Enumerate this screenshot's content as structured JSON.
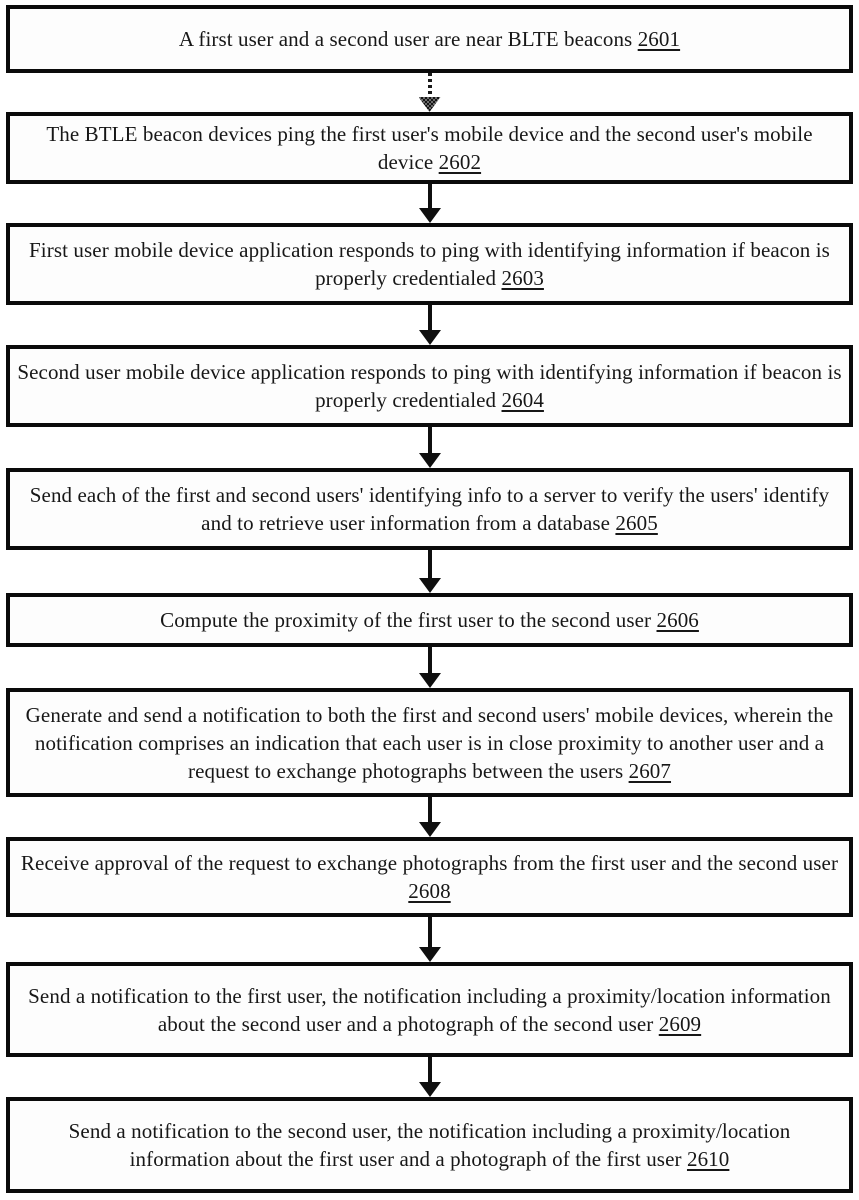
{
  "figure": {
    "type": "flowchart",
    "colors": {
      "box_border": "#0a0a0a",
      "text": "#171717",
      "background": "#ffffff"
    },
    "steps": [
      {
        "text": "A first user and a second user are near BLTE beacons",
        "ref": "2601"
      },
      {
        "text": "The BTLE beacon devices ping the first user's mobile device and the second user's mobile device",
        "ref": "2602"
      },
      {
        "text": "First user mobile device application responds to ping with identifying information if beacon is properly credentialed",
        "ref": "2603"
      },
      {
        "text": "Second user mobile device application responds to ping with identifying information if beacon is properly credentialed",
        "ref": "2604"
      },
      {
        "text": "Send each of the first and second users' identifying info to a server to verify the users' identify and to retrieve user information from a database",
        "ref": "2605"
      },
      {
        "text": "Compute the proximity of the first user to the second user",
        "ref": "2606"
      },
      {
        "text": "Generate and send a notification to both the first and second users' mobile devices, wherein the notification comprises an indication that each user is in close proximity to another user and a request to exchange photographs between the users",
        "ref": "2607"
      },
      {
        "text": "Receive approval of the request to exchange photographs from the first user and the second user",
        "ref": "2608"
      },
      {
        "text": "Send a notification to the first user, the notification including a proximity/location information about the second user and a photograph of the second user",
        "ref": "2609"
      },
      {
        "text": "Send a notification to the second user, the notification including a proximity/location information about the first user and a photograph of the first user",
        "ref": "2610"
      }
    ]
  }
}
